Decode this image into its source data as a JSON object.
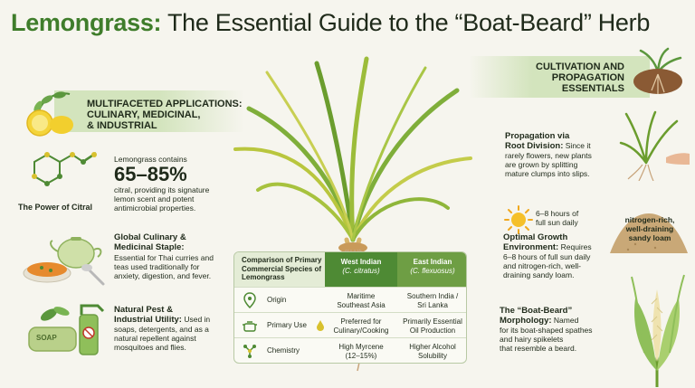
{
  "title": {
    "part1": "Lemongrass:",
    "part2": "The Essential Guide to the “Boat-Beard” Herb"
  },
  "left": {
    "applications": {
      "line1": "MULTIFACETED APPLICATIONS:",
      "line2": "CULINARY, MEDICINAL,",
      "line3": "& INDUSTRIAL"
    },
    "citral": {
      "label": "The Power of Citral",
      "intro": "Lemongrass contains",
      "percent": "65–85%",
      "line1": "citral, providing its signature",
      "line2": "lemon scent and potent",
      "line3": "antimicrobial properties."
    },
    "culinary": {
      "title1": "Global Culinary &",
      "title2": "Medicinal Staple:",
      "line1": "Essential for Thai curries and",
      "line2": "teas used traditionally for",
      "line3": "anxiety, digestion, and fever."
    },
    "pest": {
      "soap_label": "SOAP",
      "title1": "Natural Pest &",
      "title2": "Industrial Utility:",
      "line1_rest": "Used in",
      "line2": "soaps, detergents, and as a",
      "line3": "natural repellent against",
      "line4": "mosquitoes and flies."
    }
  },
  "table": {
    "header": {
      "col0_line1": "Comparison of Primary",
      "col0_line2": "Commercial Species of",
      "col0_line3": "Lemongrass",
      "col1_line1": "West Indian",
      "col1_line2": "(C. citratus)",
      "col2_line1": "East Indian",
      "col2_line2": "(C. flexuosus)"
    },
    "rows": [
      {
        "label": "Origin",
        "v1a": "Maritime",
        "v1b": "Southeast Asia",
        "v2a": "Southern India /",
        "v2b": "Sri Lanka"
      },
      {
        "label": "Primary Use",
        "v1a": "Preferred for",
        "v1b": "Culinary/Cooking",
        "v2a": "Primarily Essential",
        "v2b": "Oil Production"
      },
      {
        "label": "Chemistry",
        "v1a": "High Myrcene",
        "v1b": "(12–15%)",
        "v2a": "Higher Alcohol",
        "v2b": "Solubility"
      }
    ]
  },
  "right": {
    "cultivation": {
      "line1": "CULTIVATION AND",
      "line2": "PROPAGATION ESSENTIALS"
    },
    "propagation": {
      "title1": "Propagation via",
      "title2": "Root Division:",
      "line1_rest": "Since it",
      "line2": "rarely flowers, new plants",
      "line3": "are grown by splitting",
      "line4": "mature clumps into slips."
    },
    "sun": {
      "line1": "6–8 hours of",
      "line2": "full sun daily"
    },
    "soil": {
      "line1": "nitrogen-rich,",
      "line2": "well-draining",
      "line3": "sandy loam"
    },
    "environment": {
      "title1": "Optimal Growth",
      "title2": "Environment:",
      "line1_rest": "Requires",
      "line2": "6–8 hours of full sun daily",
      "line3": "and nitrogen-rich, well-",
      "line4": "draining sandy loam."
    },
    "morphology": {
      "title1": "The “Boat-Beard”",
      "title2": "Morphology:",
      "line1_rest": "Named",
      "line2": "for its boat-shaped spathes",
      "line3": "and hairy spikelets",
      "line4": "that resemble a beard."
    }
  },
  "colors": {
    "accent_green": "#3f7d2b",
    "west_indian_header": "#4e8a34",
    "east_indian_header": "#6e9e44",
    "band": "#d3e4bd",
    "background": "#f6f5ee"
  },
  "icons": [
    "lemon-herb-icon",
    "citral-molecule-icon",
    "teapot-curry-icon",
    "soap-spray-icon",
    "location-pin-icon",
    "cooking-pot-icon",
    "molecule-icon",
    "root-soil-icon",
    "root-division-icon",
    "sun-icon",
    "soil-mound-icon",
    "spathe-flower-icon",
    "lemongrass-plant-illustration"
  ]
}
